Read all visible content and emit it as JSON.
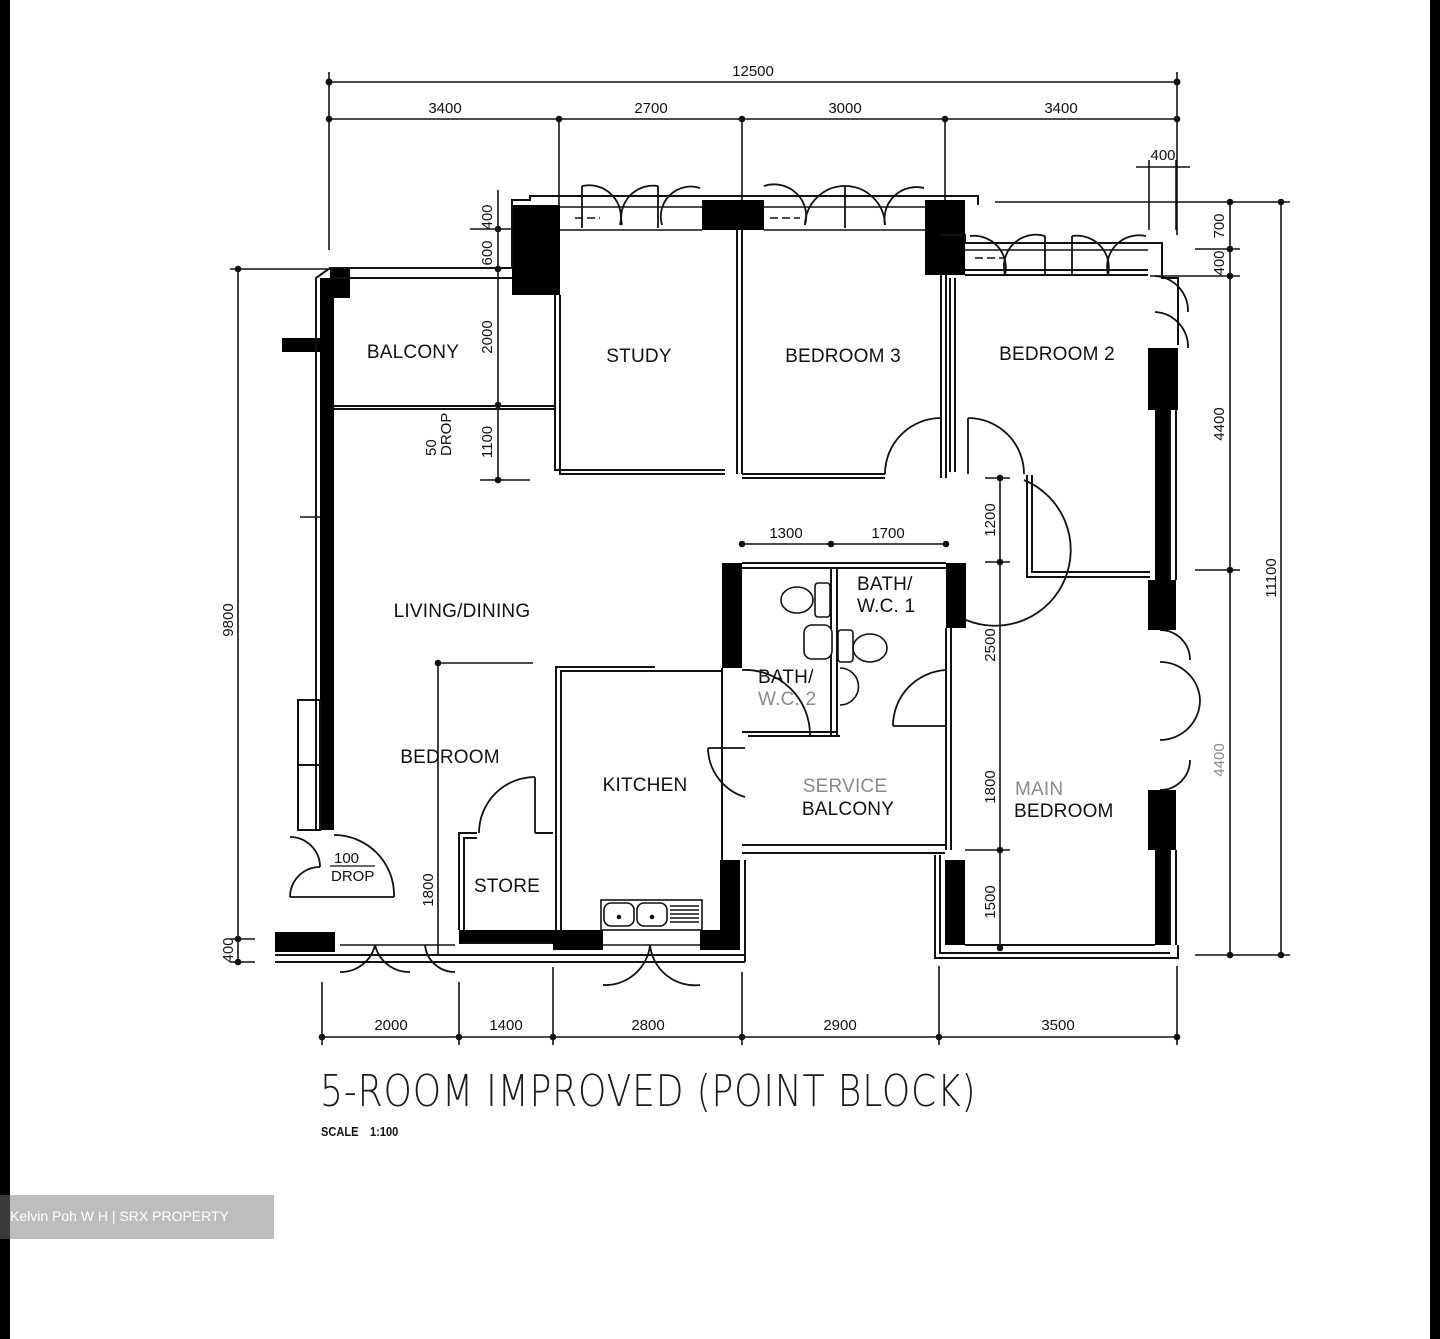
{
  "plan": {
    "title": "5-ROOM IMPROVED (POINT BLOCK)",
    "scale_label": "SCALE",
    "scale_value": "1:100",
    "watermark": "Kelvin Poh W H | SRX PROPERTY",
    "rooms": {
      "balcony": "BALCONY",
      "study": "STUDY",
      "bedroom3": "BEDROOM 3",
      "bedroom2": "BEDROOM 2",
      "living_dining": "LIVING/DINING",
      "bath1_line1": "BATH/",
      "bath1_line2": "W.C.  1",
      "bath2_line1": "BATH/",
      "bath2_line2": "W.C. 2",
      "bedroom_distorted": "BEDROOM",
      "kitchen_distorted": "KITCHEN",
      "store": "STORE",
      "service_line1": "SERVICE",
      "service_line2": "BALCONY",
      "main_line1": "MAIN",
      "main_line2": "BEDROOM"
    },
    "notes": {
      "drop50_a": "50",
      "drop50_b": "DROP",
      "drop100_a": "100",
      "drop100_b": "DROP"
    },
    "dimensions": {
      "top_overall": "12500",
      "top_segments": [
        "3400",
        "2700",
        "3000",
        "3400"
      ],
      "top_right_offset": "400",
      "bottom_segments": [
        "2000",
        "1400",
        "2800",
        "2900",
        "3500"
      ],
      "left_overall": "9800",
      "left_bottom": "400",
      "right_overall": "11100",
      "right_segments": [
        "700",
        "400",
        "4400"
      ],
      "right_lower_blurred": "4400",
      "balcony_depth": "2000",
      "balcony_top_a": "600",
      "balcony_top_b": "400",
      "drop_zone": "1100",
      "bath_widths": [
        "1300",
        "1700"
      ],
      "corridor": "1200",
      "main_bed_a": "2500",
      "main_bed_b": "1800",
      "main_bed_c": "1500",
      "kitchen_entry": "1800"
    }
  }
}
